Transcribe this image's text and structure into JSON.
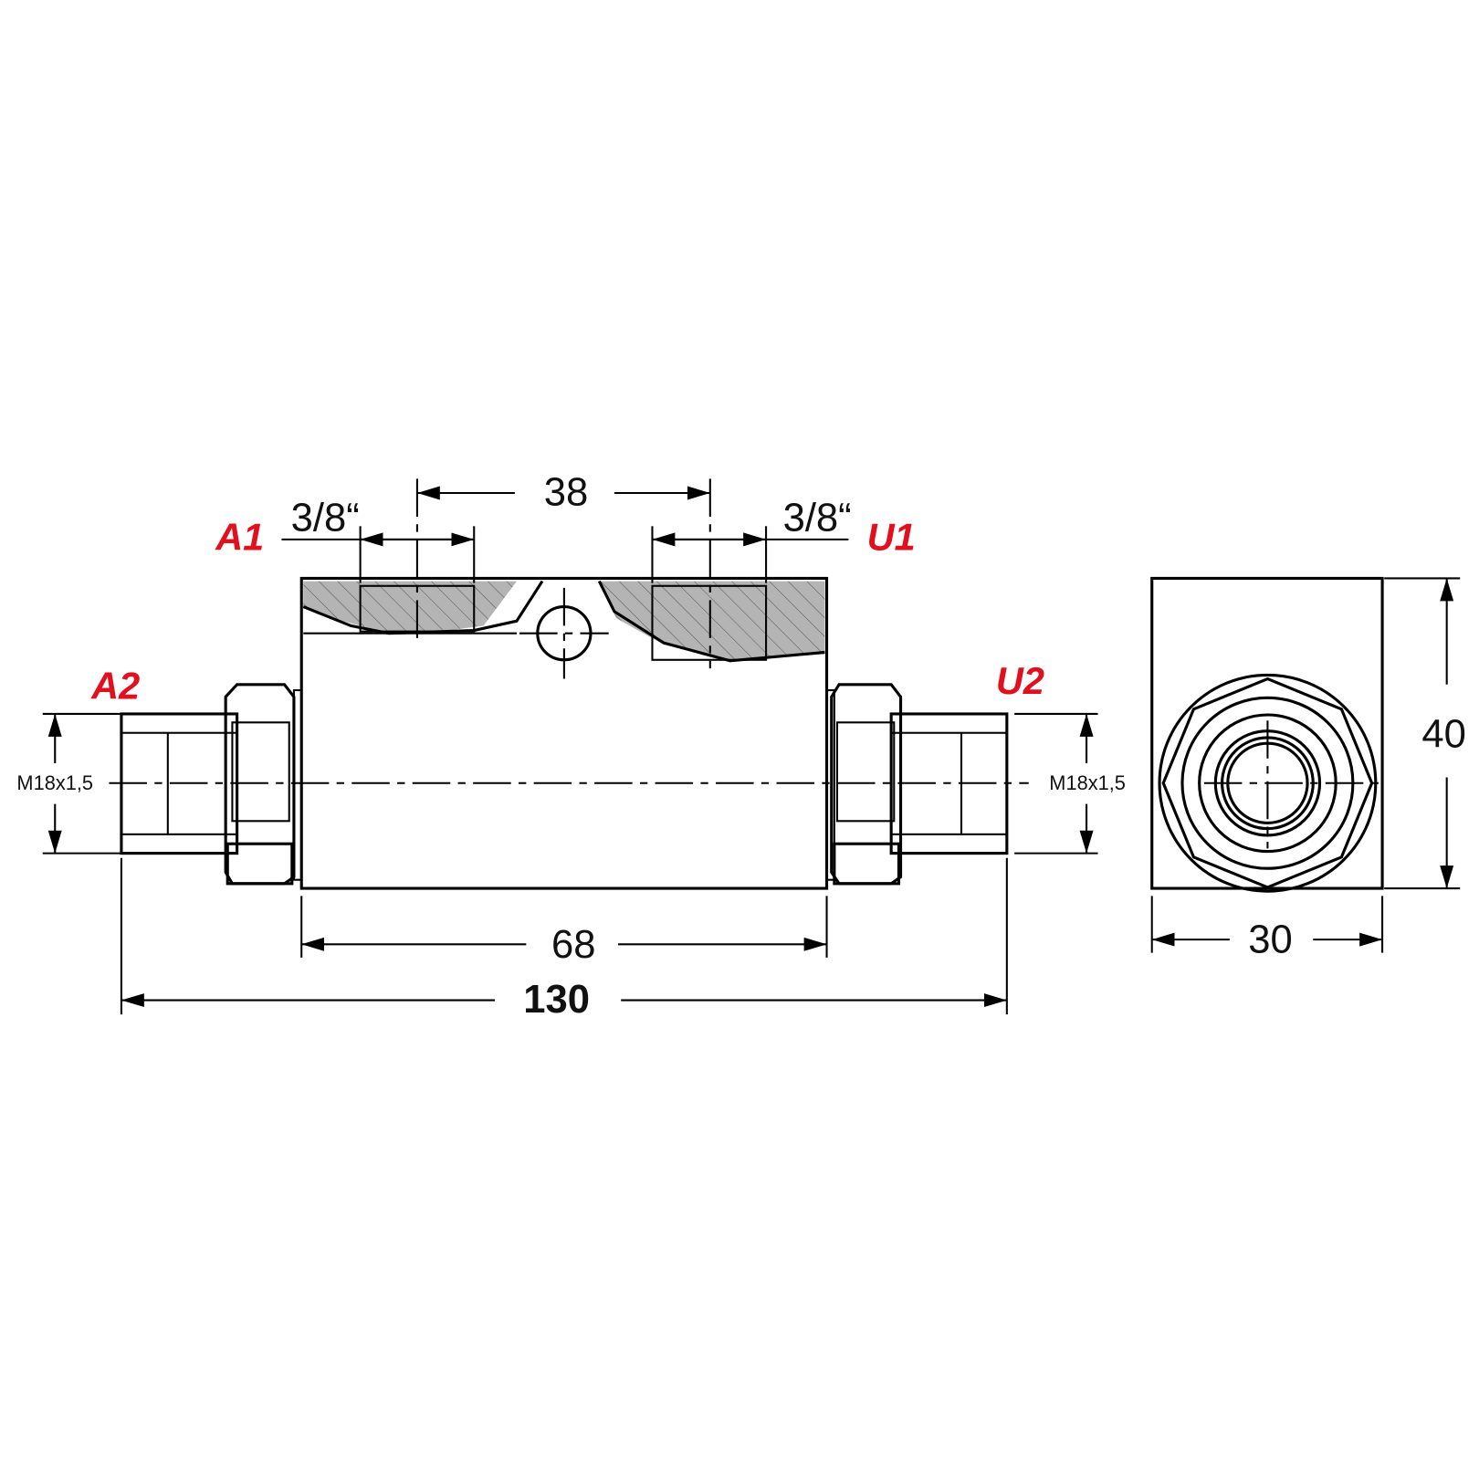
{
  "drawing": {
    "ports": {
      "a1": "A1",
      "u1": "U1",
      "a2": "A2",
      "u2": "U2"
    },
    "thread_top_left": "3/8“",
    "thread_top_right": "3/8“",
    "thread_side_left": "M18x1,5",
    "thread_side_right": "M18x1,5",
    "dim_port_spacing": "38",
    "dim_body_length": "68",
    "dim_total_length": "130",
    "dim_height": "40",
    "dim_width": "30"
  },
  "colors": {
    "port_label": "#e0101e",
    "body": "#b4b4b4"
  }
}
